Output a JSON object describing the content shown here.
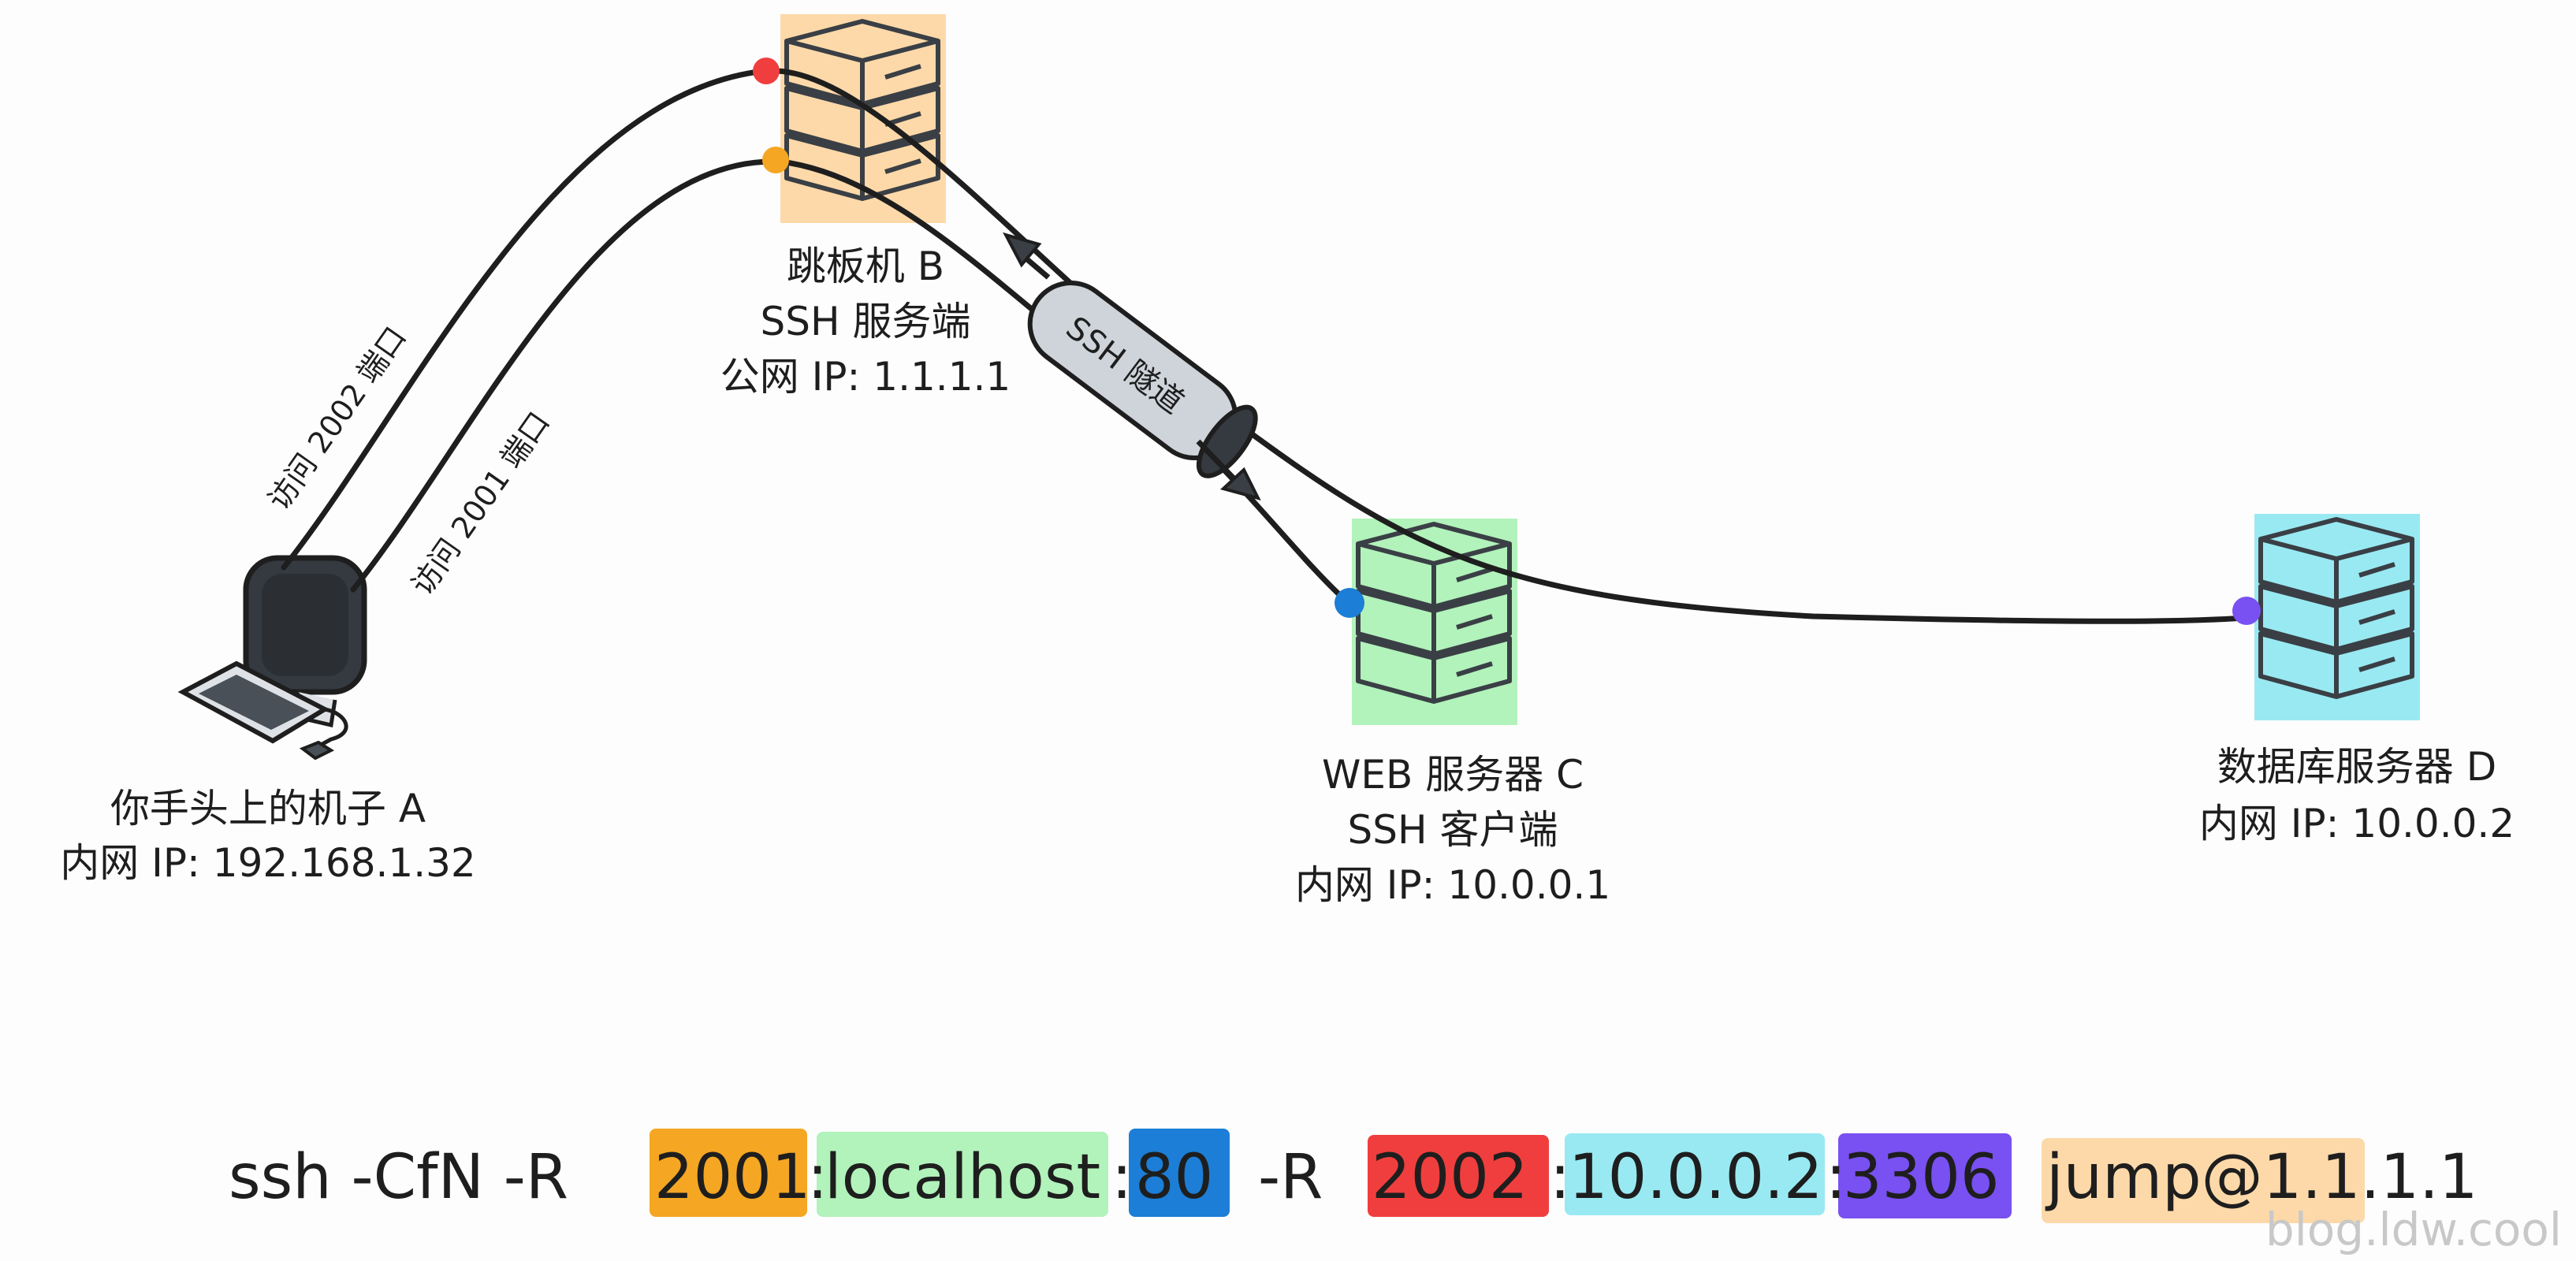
{
  "colors": {
    "bastion_fill": "#fdd9a9",
    "web_fill": "#b2f2bb",
    "db_fill": "#99e9f2",
    "port_2001": "#f5a623",
    "port_2002": "#f03e3e",
    "port_80": "#1c7ed6",
    "port_3306": "#7950f2",
    "host_localhost": "#b2f2bb",
    "host_db": "#99e9f2",
    "jump_host": "#fdd9a9",
    "line": "#1e1e1e"
  },
  "icons": {
    "computer": "computer-icon",
    "server": "server-icon"
  },
  "nodes": {
    "a": {
      "line1": "你手头上的机子 A",
      "line2": "内网 IP: 192.168.1.32"
    },
    "b": {
      "line1": "跳板机 B",
      "line2": "SSH 服务端",
      "line3": "公网 IP: 1.1.1.1"
    },
    "c": {
      "line1": "WEB 服务器 C",
      "line2": "SSH 客户端",
      "line3": "内网 IP: 10.0.0.1"
    },
    "d": {
      "line1": "数据库服务器 D",
      "line2": "内网 IP: 10.0.0.2"
    }
  },
  "edges": {
    "port_2002": "访问 2002 端口",
    "port_2001": "访问 2001 端口",
    "tunnel": "SSH 隧道"
  },
  "command": {
    "prefix": "ssh -CfN -R",
    "port1": "2001",
    "sep1": ":",
    "host1": "localhost",
    "sep2": ":",
    "hostport1": "80",
    "flag2": "-R",
    "port2": "2002",
    "sep3": ":",
    "host2": "10.0.0.2",
    "sep4": ":",
    "hostport2": "3306",
    "target": "jump@1.1.1.1"
  },
  "watermark": "blog.ldw.cool"
}
